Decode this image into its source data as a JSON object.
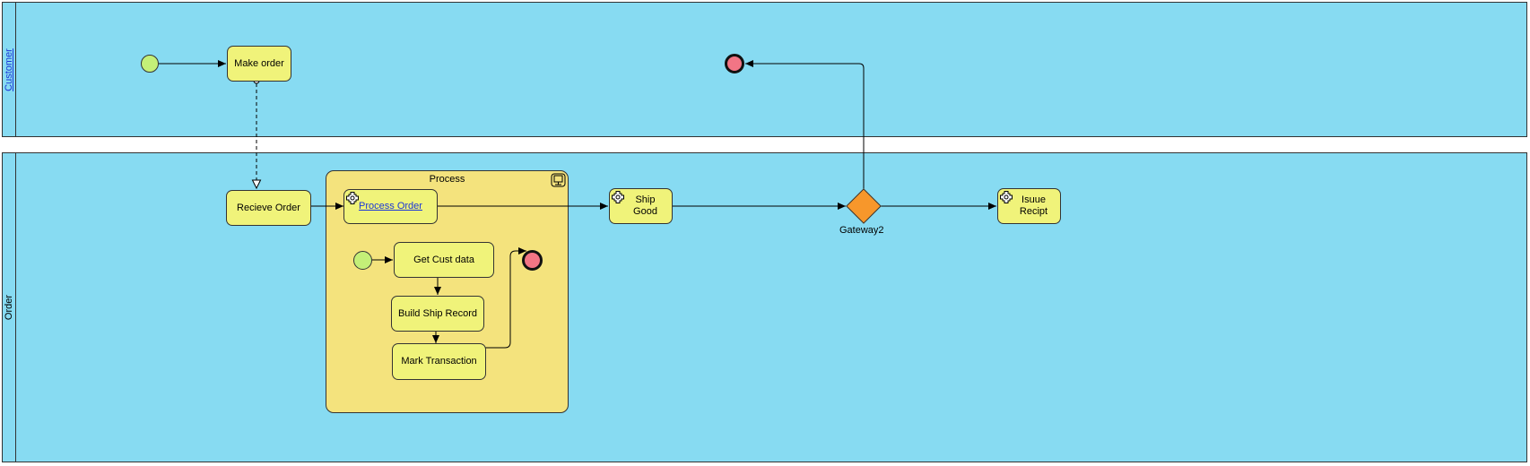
{
  "pools": {
    "customer": {
      "label": "Customer"
    },
    "order": {
      "label": "Order"
    }
  },
  "subprocess": {
    "title": "Process"
  },
  "tasks": {
    "make_order": "Make order",
    "recieve_order": "Recieve Order",
    "process_order": "Process Order",
    "get_cust_data": "Get Cust data",
    "build_ship_record": "Build Ship Record",
    "mark_transaction": "Mark Transaction",
    "ship_good_line1": "Ship",
    "ship_good_line2": "Good",
    "issue_recipt_line1": "Isuue",
    "issue_recipt_line2": "Recipt"
  },
  "gateway": {
    "label": "Gateway2"
  },
  "colors": {
    "pool": "#87dbf2",
    "task": "#f0f37a",
    "subprocess": "#f4e37d",
    "start_event": "#c4f078",
    "end_event": "#f27585",
    "gateway": "#f7972b"
  }
}
